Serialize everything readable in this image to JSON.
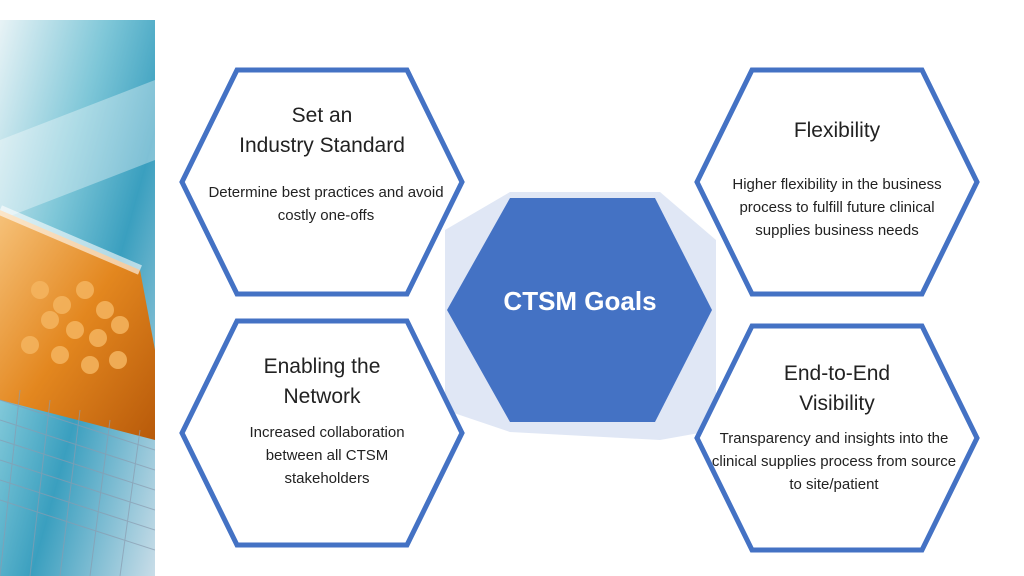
{
  "center": {
    "title": "CTSM Goals"
  },
  "goals": [
    {
      "title_line1": "Set an",
      "title_line2": "Industry Standard",
      "desc": "Determine best practices and avoid costly one-offs"
    },
    {
      "title_line1": "Flexibility",
      "title_line2": "",
      "desc": "Higher flexibility in the business process to fulfill future clinical supplies business needs"
    },
    {
      "title_line1": "Enabling the",
      "title_line2": "Network",
      "desc": "Increased collaboration between all CTSM stakeholders"
    },
    {
      "title_line1": "End-to-End",
      "title_line2": "Visibility",
      "desc": "Transparency and insights into the clinical supplies process from source to site/patient"
    }
  ],
  "colors": {
    "hex_border": "#4472C4",
    "center_fill": "#4472C4",
    "center_shadow": "#DAE3F3"
  },
  "image": {
    "semantic": "pill-bottle-photo"
  }
}
